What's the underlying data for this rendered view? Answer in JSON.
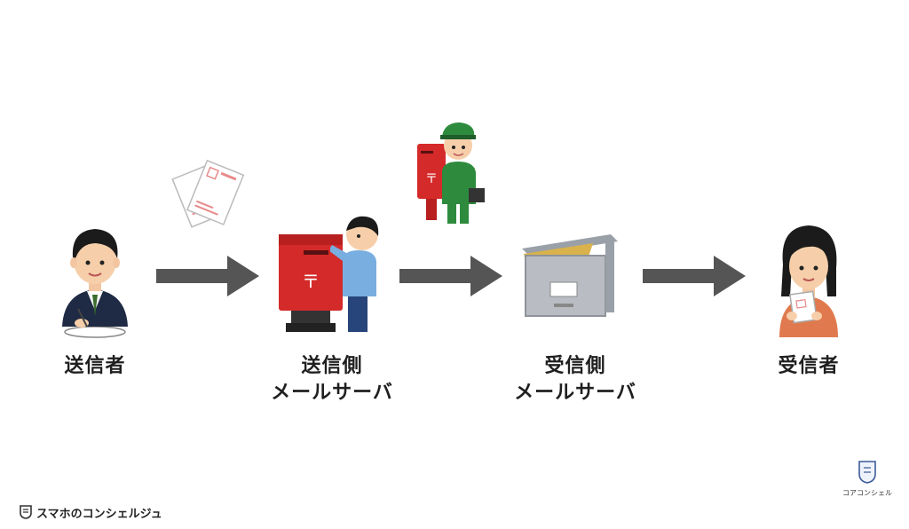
{
  "nodes": {
    "sender": {
      "label": "送信者"
    },
    "sender_server": {
      "line1": "送信側",
      "line2": "メールサーバ"
    },
    "receiver_server": {
      "line1": "受信側",
      "line2": "メールサーバ"
    },
    "receiver": {
      "label": "受信者"
    }
  },
  "footer": {
    "brand_left": "スマホのコンシェルジュ",
    "brand_right": "コアコンシェル"
  },
  "colors": {
    "arrow": "#555555",
    "postbox_red": "#d42a2a",
    "postman_green": "#2e8b3e",
    "mailbox_gray": "#b9bcc2",
    "envelope": "#d9b24c"
  },
  "icons": [
    "letters-icon",
    "businessman-writing-icon",
    "postbox-icon",
    "boy-posting-icon",
    "postman-icon",
    "mailbox-icon",
    "woman-reading-icon",
    "arrow-right-icon",
    "shield-logo-icon"
  ]
}
